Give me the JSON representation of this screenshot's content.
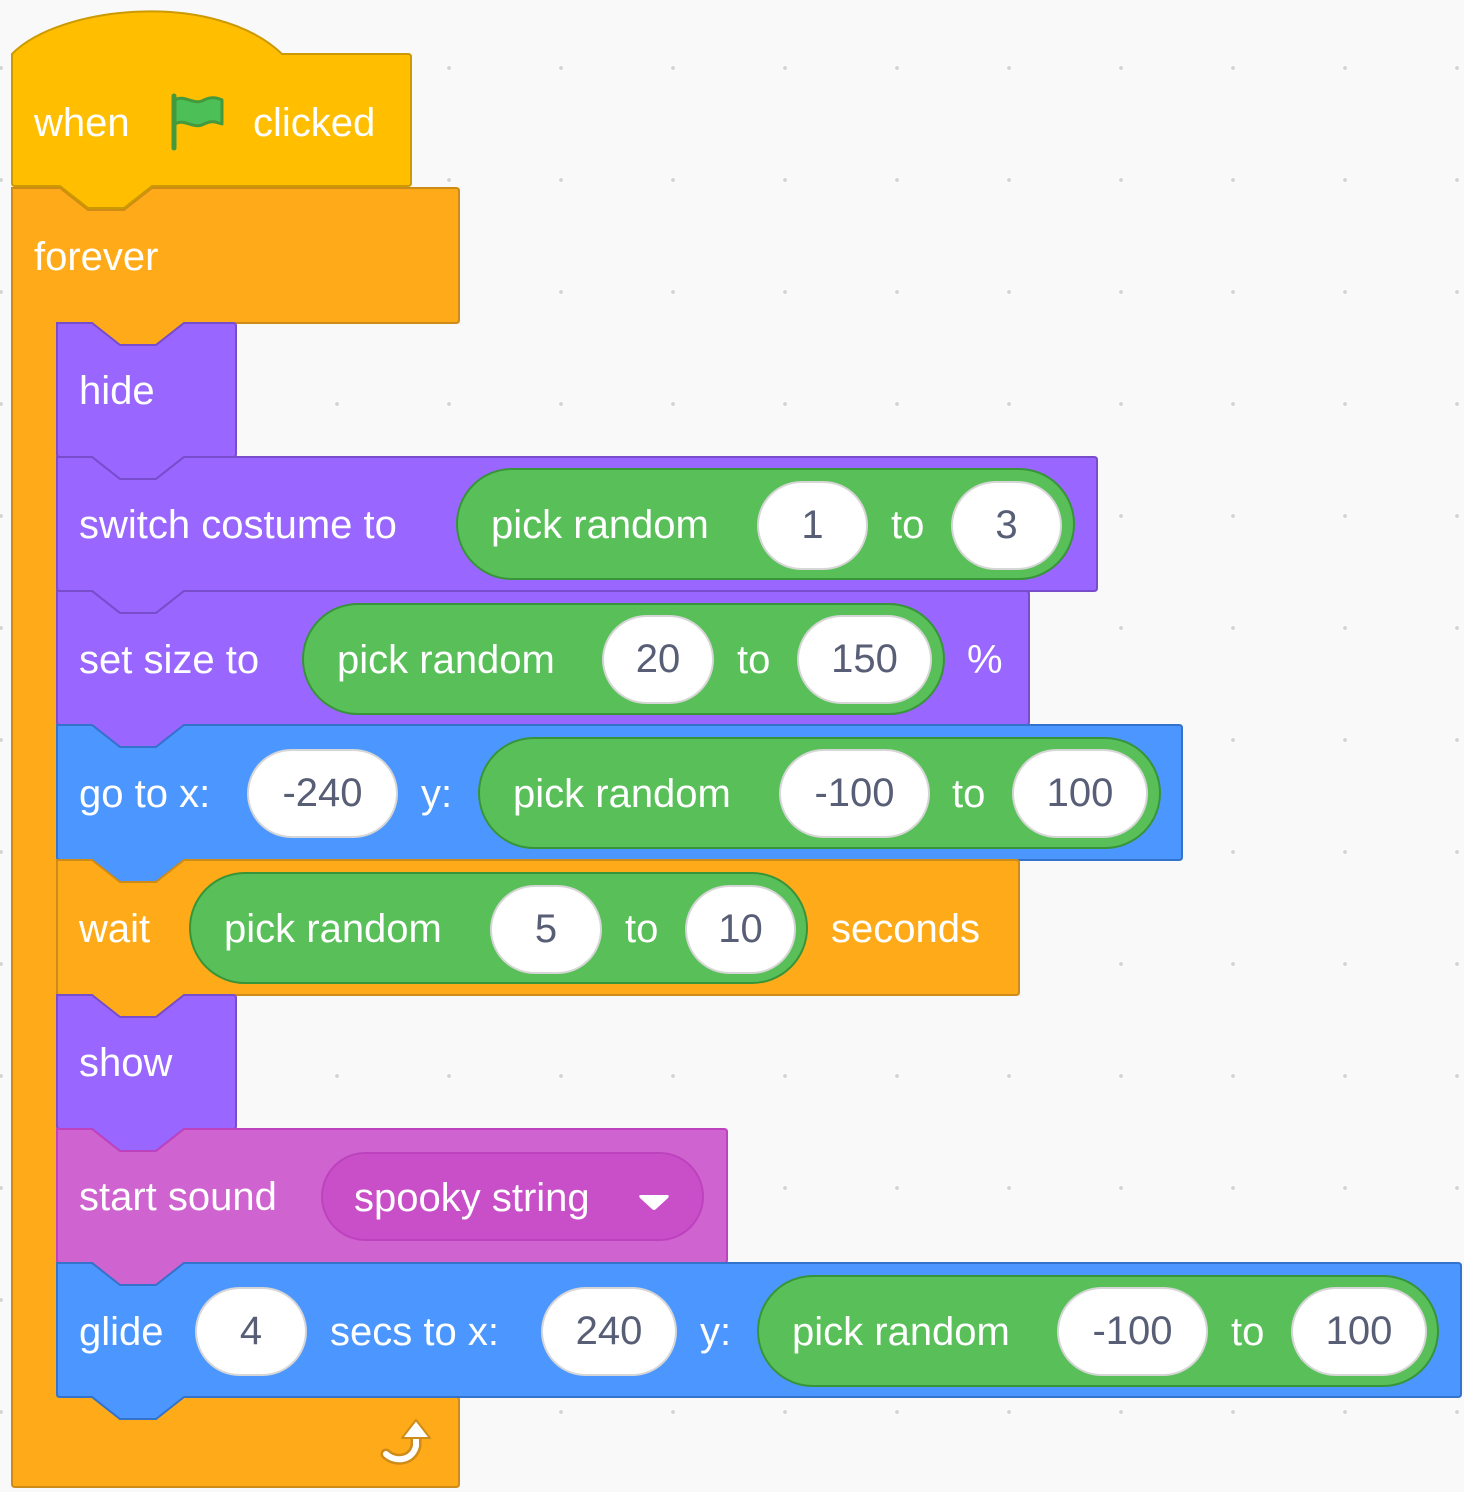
{
  "event_block": {
    "when_label": "when",
    "flag_icon": "green-flag-icon",
    "clicked_label": "clicked",
    "color": "#FFBF00"
  },
  "forever_block": {
    "label": "forever",
    "loop_icon": "loop-arrow-icon",
    "color": "#FFAB19"
  },
  "hide_block": {
    "label": "hide"
  },
  "switch_costume_block": {
    "label": "switch costume to",
    "reporter": {
      "label": "pick random",
      "from": "1",
      "to_label": "to",
      "to": "3"
    }
  },
  "set_size_block": {
    "label": "set size to",
    "reporter": {
      "label": "pick random",
      "from": "20",
      "to_label": "to",
      "to": "150"
    },
    "suffix": "%"
  },
  "go_to_block": {
    "label": "go to x:",
    "x": "-240",
    "y_label": "y:",
    "reporter": {
      "label": "pick random",
      "from": "-100",
      "to_label": "to",
      "to": "100"
    }
  },
  "wait_block": {
    "label": "wait",
    "reporter": {
      "label": "pick random",
      "from": "5",
      "to_label": "to",
      "to": "10"
    },
    "suffix": "seconds"
  },
  "show_block": {
    "label": "show"
  },
  "start_sound_block": {
    "label": "start sound",
    "sound_menu": {
      "value": "spooky string",
      "icon": "dropdown-caret-icon"
    }
  },
  "glide_block": {
    "label": "glide",
    "secs": "4",
    "secs_label": "secs to x:",
    "x": "240",
    "y_label": "y:",
    "reporter": {
      "label": "pick random",
      "from": "-100",
      "to_label": "to",
      "to": "100"
    }
  },
  "colors": {
    "events": "#FFBF00",
    "control": "#FFAB19",
    "looks": "#9966FF",
    "motion": "#4C97FF",
    "operators": "#59C059",
    "sound": "#CF63CF"
  }
}
